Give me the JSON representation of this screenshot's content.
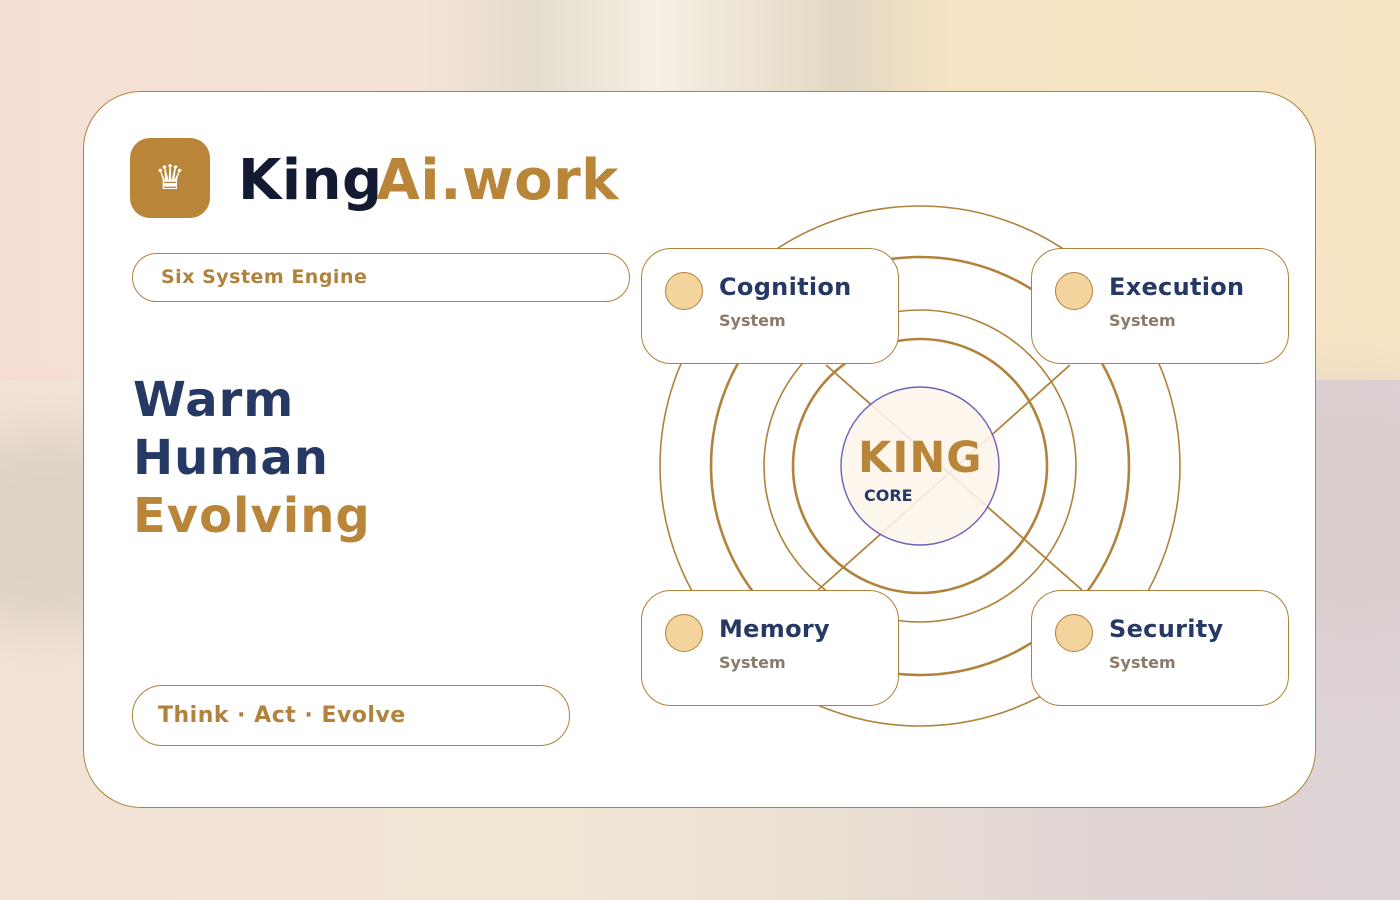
{
  "brand": {
    "logo_icon": "crown-icon",
    "logo_glyph": "♛",
    "name_part1": "King",
    "name_part2": "Ai.work",
    "accent_color": "#b98538",
    "dark_color": "#131b33"
  },
  "engine_label": "Six System Engine",
  "tagline": {
    "line1": "Warm",
    "line2": "Human",
    "line3": "Evolving"
  },
  "motto": "Think · Act · Evolve",
  "core": {
    "title": "KING",
    "subtitle": "CORE"
  },
  "systems": [
    {
      "name": "Cognition",
      "sub": "System"
    },
    {
      "name": "Execution",
      "sub": "System"
    },
    {
      "name": "Memory",
      "sub": "System"
    },
    {
      "name": "Security",
      "sub": "System"
    }
  ]
}
